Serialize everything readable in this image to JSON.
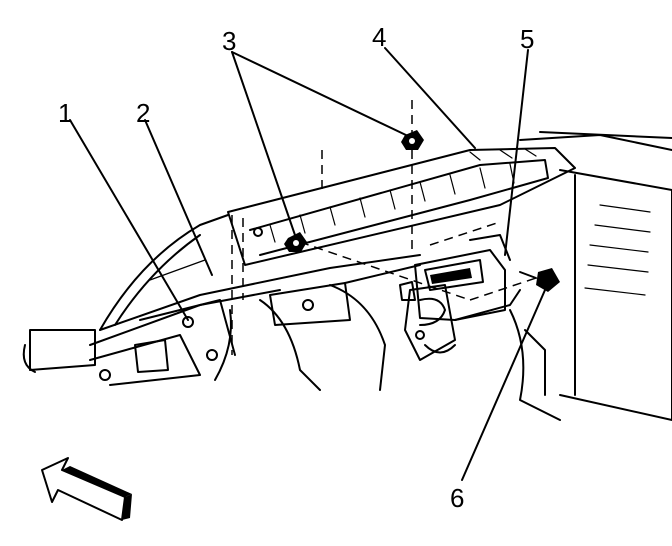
{
  "callouts": {
    "c1": "1",
    "c2": "2",
    "c3": "3",
    "c4": "4",
    "c5": "5",
    "c6": "6"
  },
  "colors": {
    "ink": "#000000",
    "paper": "#ffffff"
  },
  "icons": {
    "direction": "front-direction-arrow-icon"
  }
}
